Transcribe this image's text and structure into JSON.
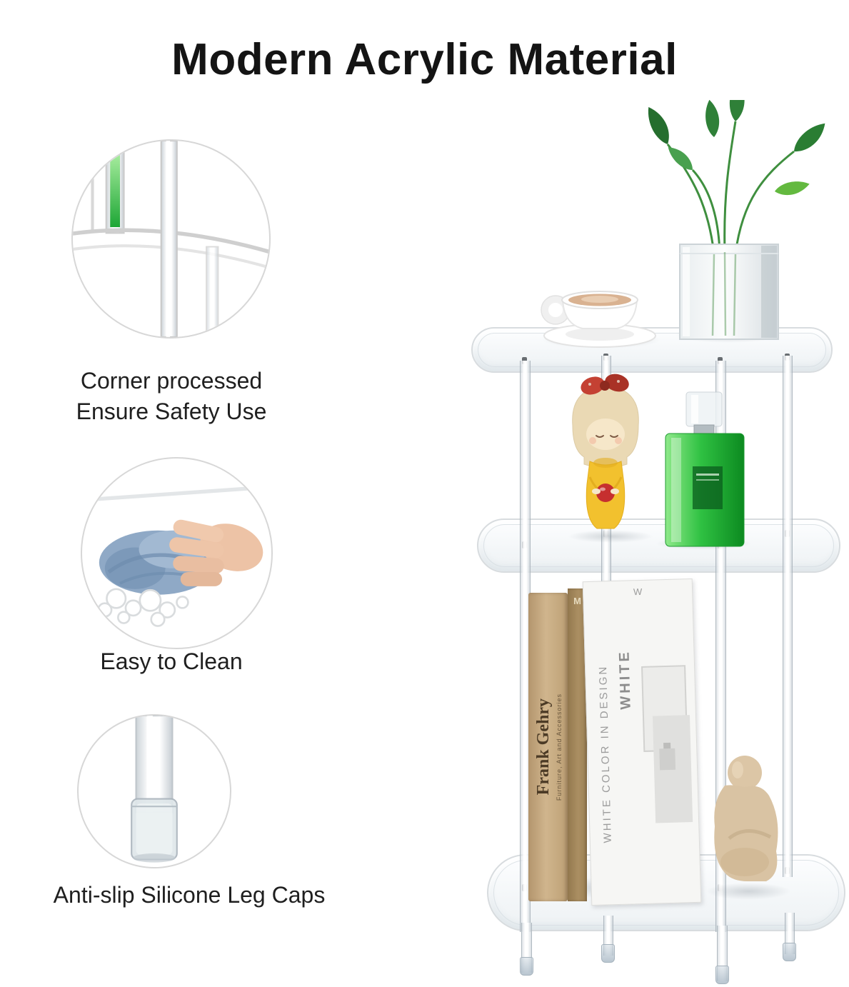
{
  "title": "Modern Acrylic Material",
  "features": {
    "corner": {
      "line1": "Corner processed",
      "line2": "Ensure Safety Use"
    },
    "clean": {
      "line1": "Easy to Clean"
    },
    "legcaps": {
      "line1": "Anti-slip Silicone Leg Caps"
    }
  },
  "product": {
    "book_spine_title": "Frank Gehry",
    "book_spine_subtitle": "Furniture, Art and Accessories",
    "book_spine_mark": "M",
    "book_cover_title": "WHITE COLOR IN DESIGN",
    "book_cover_label": "WHITE",
    "book_cover_mark": "W"
  },
  "colors": {
    "accent_green": "#2fc142",
    "plant_green": "#2a7d33",
    "towel_blue": "#8fa9c6",
    "figurine_yellow": "#f2c12e",
    "bow_red": "#b93a2b",
    "spine_beige": "#c9ad85",
    "text_dark": "#141414"
  }
}
